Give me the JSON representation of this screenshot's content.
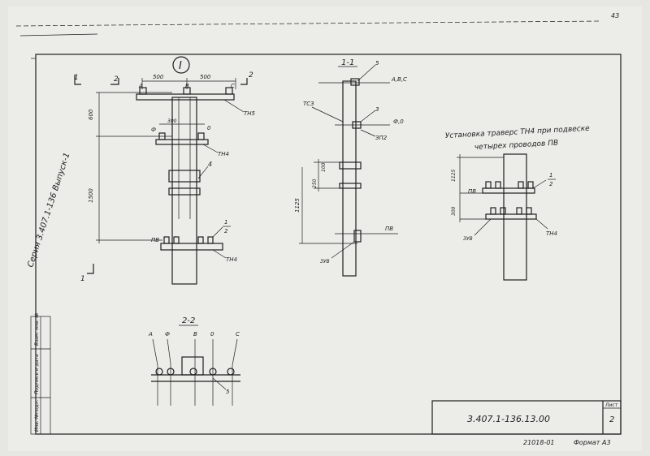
{
  "page_number_corner": "43",
  "series": "Серия 3.407.1-136 Выпуск-1",
  "stamp_cols": [
    "Инв. №подл.",
    "Подпись и дата",
    "Взам. инв. №"
  ],
  "view_main": {
    "marker": "I",
    "dim_left": "500",
    "dim_right": "500",
    "section_left": "1",
    "section_left_bottom": "1",
    "section_right": "2",
    "section_right_2": "2",
    "label_A": "А",
    "label_B": "В",
    "label_C": "С",
    "label_Phi": "Ф",
    "label_0": "0",
    "dim_top_phase": "500",
    "dim_vert_600": "600",
    "dim_vert_1500": "1500",
    "dim_phi_300": "300",
    "th5": "ТН5",
    "th4": "ТН4",
    "th4_bottom": "ТН4",
    "pv": "ПВ",
    "callout_4": "4",
    "frac_num": "1",
    "frac_den": "2"
  },
  "view_1_1": {
    "title": "1-1",
    "callout_5": "5",
    "abc": "А,В,С",
    "tsz": "ТС3",
    "callout_3": "3",
    "phi0": "Ф,0",
    "zp2": "ЗП2",
    "dim_250": "250",
    "dim_100": "100",
    "dim_1125": "1125",
    "pv": "ПВ",
    "zv": "ЗУВ"
  },
  "view_2_2": {
    "title": "2-2",
    "labels": [
      "А",
      "Ф",
      "В",
      "0",
      "С"
    ],
    "callout_5": "5"
  },
  "install": {
    "title_line1": "Установка траверс ТН4 при подвеске",
    "title_line2": "четырех проводов ПВ",
    "dim_1125": "1125",
    "dim_300": "300",
    "pv": "ПВ",
    "zv": "ЗУВ",
    "th4": "ТН4",
    "frac_num": "1",
    "frac_den": "2"
  },
  "title_block": {
    "code": "3.407.1-136.13.00",
    "sheet_label": "Лист",
    "sheet_no": "2"
  },
  "footer": {
    "inventory": "21018-01",
    "format": "Формат А3"
  }
}
